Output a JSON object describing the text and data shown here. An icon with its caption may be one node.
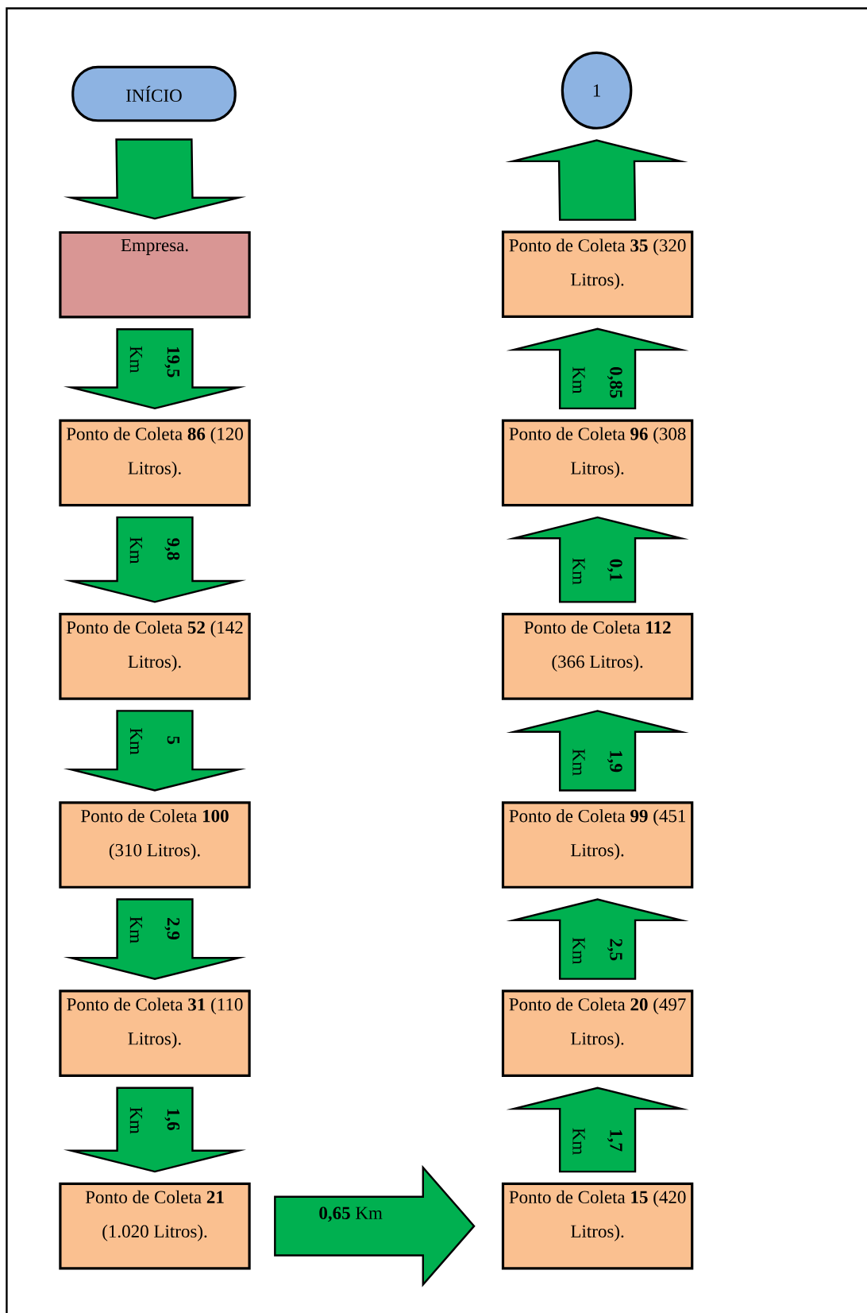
{
  "diagram": {
    "nodes": [
      {
        "text": [
          "INÍCIO"
        ]
      },
      {
        "text": [
          "Empresa."
        ]
      },
      {
        "text": [
          "Ponto de Coleta **86** (120 Litros)."
        ]
      },
      {
        "text": [
          "Ponto de Coleta **52** (142 Litros)."
        ]
      },
      {
        "text": [
          "Ponto de Coleta **100** (310 Litros)."
        ]
      },
      {
        "text": [
          "Ponto de Coleta **31** (110 Litros)."
        ]
      },
      {
        "text": [
          "Ponto de Coleta **21** (1.020 Litros)."
        ]
      },
      {
        "text": [
          "Ponto de Coleta **15** (420 Litros)."
        ]
      },
      {
        "text": [
          "Ponto de Coleta **20** (497 Litros)."
        ]
      },
      {
        "text": [
          "Ponto de Coleta **99** (451 Litros)."
        ]
      },
      {
        "text": [
          "Ponto de Coleta **112** (366 Litros)."
        ]
      },
      {
        "text": [
          "Ponto de Coleta **96** (308 Litros)."
        ]
      },
      {
        "text": [
          "Ponto de Coleta **35** (320 Litros)."
        ]
      },
      {
        "text": [
          "1"
        ]
      }
    ],
    "edges": [
      {
        "from": 0,
        "to": 1,
        "arrow": "to"
      },
      {
        "from": 1,
        "to": 2,
        "arrow": "to",
        "label": "**19,5** Km"
      },
      {
        "from": 2,
        "to": 3,
        "arrow": "to",
        "label": "**9,8** Km"
      },
      {
        "from": 3,
        "to": 4,
        "arrow": "to",
        "label": "**5** Km"
      },
      {
        "from": 4,
        "to": 5,
        "arrow": "to",
        "label": "**2,9** Km"
      },
      {
        "from": 5,
        "to": 6,
        "arrow": "to",
        "label": "**1,6** Km"
      },
      {
        "from": 6,
        "to": 7,
        "arrow": "to",
        "label": "**0,65** Km"
      },
      {
        "from": 7,
        "to": 8,
        "arrow": "to",
        "label": "**1,7** Km"
      },
      {
        "from": 8,
        "to": 9,
        "arrow": "to",
        "label": "**2,5** Km"
      },
      {
        "from": 9,
        "to": 10,
        "arrow": "to",
        "label": "**1,9** Km"
      },
      {
        "from": 10,
        "to": 11,
        "arrow": "to",
        "label": "**0,1** Km"
      },
      {
        "from": 11,
        "to": 12,
        "arrow": "to",
        "label": "**0,85** Km"
      },
      {
        "from": 12,
        "to": 13,
        "arrow": "to"
      }
    ]
  }
}
